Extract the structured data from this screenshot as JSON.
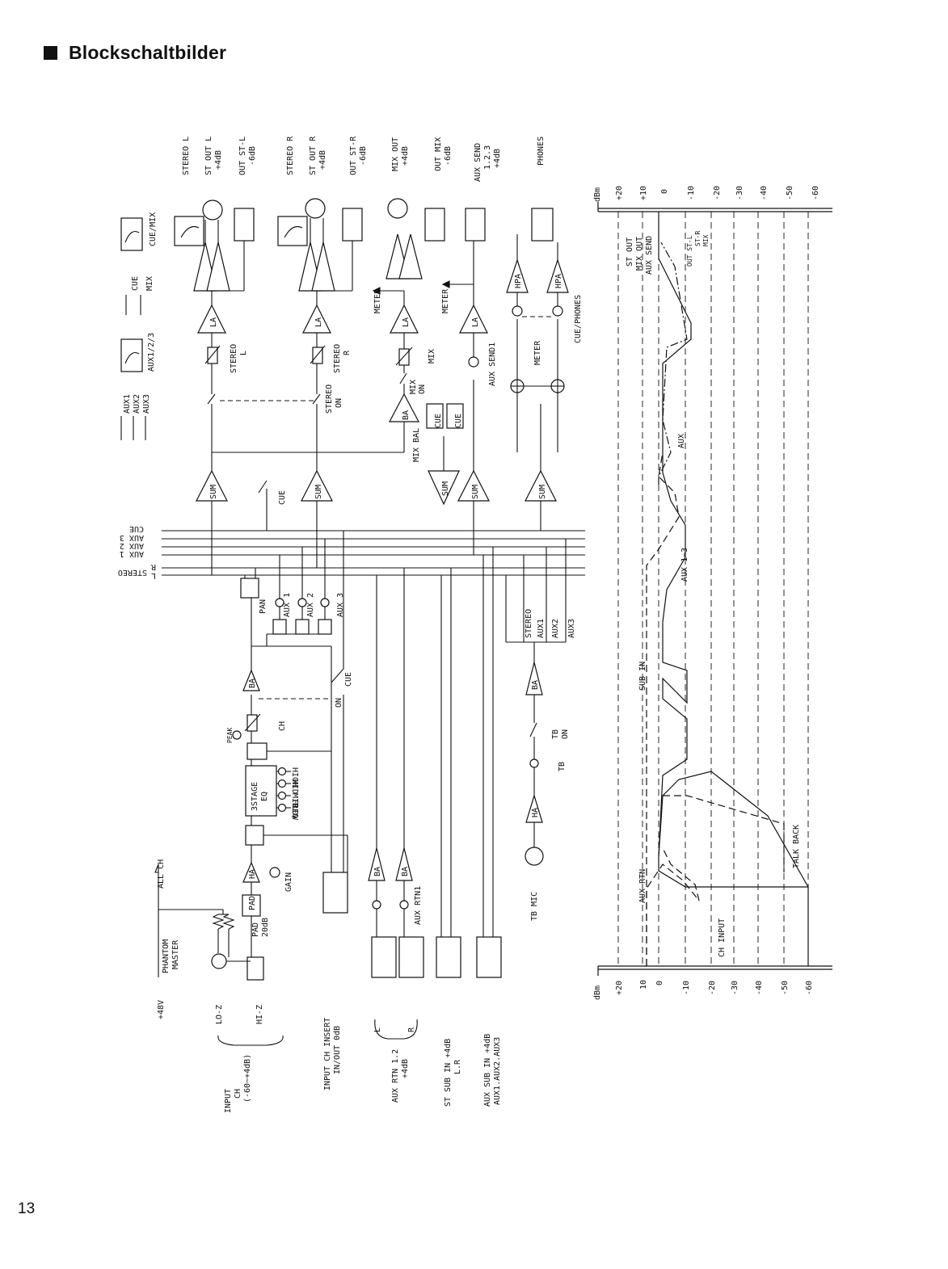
{
  "heading": {
    "title": "Blockschaltbilder"
  },
  "page_number": "13",
  "diagram": {
    "outputs": {
      "stereo_l": "STEREO L",
      "st_out_l": "ST OUT L",
      "st_out_l_level": "+4dB",
      "out_st_l": "OUT ST-L",
      "out_st_l_level": "-6dB",
      "stereo_r": "STEREO R",
      "st_out_r": "ST OUT R",
      "st_out_r_level": "+4dB",
      "out_st_r": "OUT ST-R",
      "out_st_r_level": "-6dB",
      "mix_out": "MIX OUT",
      "mix_out_level": "+4dB",
      "out_mix": "OUT MIX",
      "out_mix_level": "-6dB",
      "aux_send": "AUX SEND",
      "aux_send_ch": "1.2.3",
      "aux_send_level": "+4dB",
      "phones": "PHONES"
    },
    "inputs": {
      "input_ch": "INPUT",
      "input_ch_name": "CH",
      "input_ch_range": "(-60~+4dB)",
      "lo_z": "LO-Z",
      "hi_z": "HI-Z",
      "plus48v": "+48V",
      "phantom": "PHANTOM",
      "master": "MASTER",
      "all_ch": "ALL CH",
      "input_insert": "INPUT CH INSERT",
      "input_insert_level": "IN/OUT 0dB",
      "aux_rtn": "AUX RTN 1.2",
      "aux_rtn_level": "+4dB",
      "l": "L",
      "r": "R",
      "st_sub": "ST SUB IN +4dB",
      "st_sub_lr": "L.R",
      "aux_sub": "AUX SUB IN +4dB",
      "aux_sub_ch": "AUX1.AUX2.AUX3",
      "tb_mic": "TB MIC"
    },
    "blocks": {
      "pad": "PAD",
      "pad_label": "PAD",
      "pad_db": "20dB",
      "ha": "HA",
      "gain": "GAIN",
      "eq": "3STAGE",
      "eq2": "EQ",
      "high": "HIGH",
      "mid_freq": "MID FREQ",
      "mid": "MID",
      "low": "LOW",
      "peak": "PEAK",
      "ch": "CH",
      "on": "ON",
      "cue": "CUE",
      "ba": "BA",
      "pan": "PAN",
      "aux1": "AUX 1",
      "aux2": "AUX 2",
      "aux3": "AUX 3",
      "sum": "SUM",
      "la": "LA",
      "stereo_l_fader": "STEREO",
      "stereo_l_fader2": "L",
      "stereo_r_fader": "STEREO",
      "stereo_r_fader2": "R",
      "stereo_on": "STEREO",
      "stereo_on2": "ON",
      "mix": "MIX",
      "mix_on": "MIX",
      "mix_on2": "ON",
      "mix_bal": "MIX BAL",
      "aux_send1": "AUX SEND1",
      "meter": "METER",
      "hpa": "HPA",
      "cue_phones": "CUE/PHONES",
      "aux_rtn1": "AUX RTN1",
      "tb": "TB",
      "tb_on": "TB",
      "tb_on2": "ON",
      "aux1_sw": "AUX1",
      "aux2_sw": "AUX2",
      "aux3_sw": "AUX3",
      "cue_mix": "CUE/MIX",
      "aux123": "AUX1/2/3",
      "cue_sw": "CUE",
      "mix_sw": "MIX",
      "stereo_sw": "STEREO"
    },
    "buses": [
      "CUE",
      "AUX 3",
      "AUX 2",
      "AUX 1",
      "R",
      "L"
    ],
    "bus_stereo": "STEREO",
    "level_chart": {
      "unit": "dBm",
      "scale": [
        "+20",
        "10",
        "0",
        "-10",
        "-20",
        "-30",
        "-40",
        "-50",
        "-60"
      ],
      "scale_top": [
        "+20",
        "+10",
        "0",
        "-10",
        "-20",
        "-30",
        "-40",
        "-50",
        "-60"
      ],
      "labels": {
        "st_out": "ST OUT",
        "mix_out": "MIX OUT",
        "aux_send": "AUX SEND",
        "out_st": "OUT ST-L",
        "st_r": "ST-R",
        "mix": "MIX",
        "aux": "AUX",
        "aux13": "AUX 1~3",
        "sub_in": "SUB IN",
        "aux_rtn": "AUX RTN",
        "talk_back": "TALK BACK",
        "ch_input": "CH INPUT"
      }
    }
  }
}
